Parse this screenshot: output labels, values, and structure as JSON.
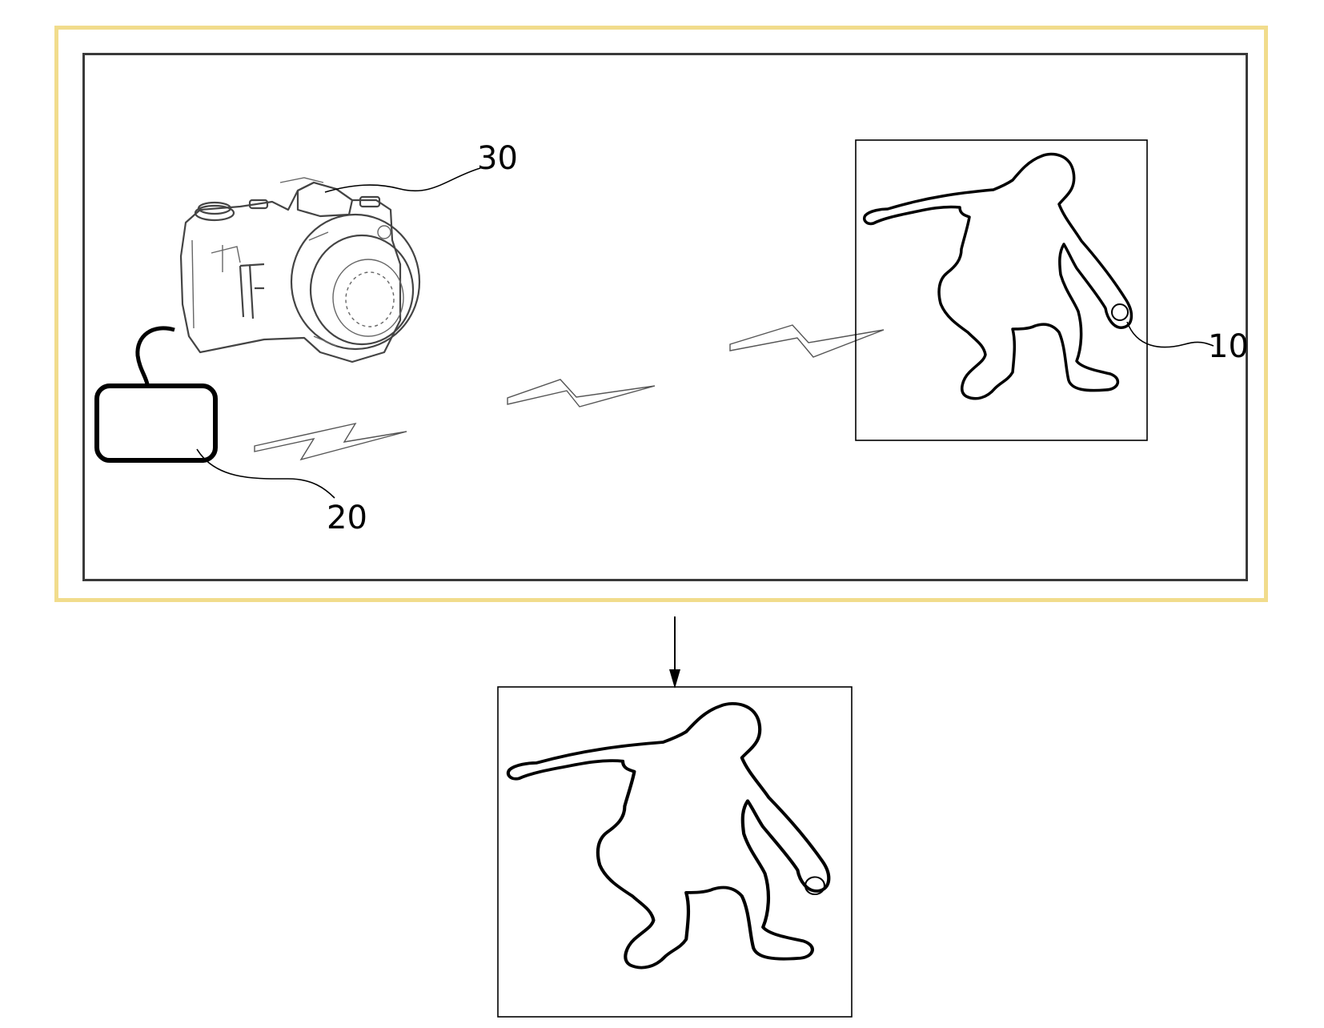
{
  "labels": {
    "ref_30": "30",
    "ref_10": "10",
    "ref_20": "20"
  },
  "colors": {
    "outer_frame": "#f1dc8c",
    "inner_frame": "#3a3a3a",
    "line": "#000000"
  },
  "icons": [
    "camera-icon",
    "controller-device-icon",
    "wireless-signal-icon",
    "player-silhouette-icon",
    "ball-icon",
    "down-arrow-icon"
  ]
}
